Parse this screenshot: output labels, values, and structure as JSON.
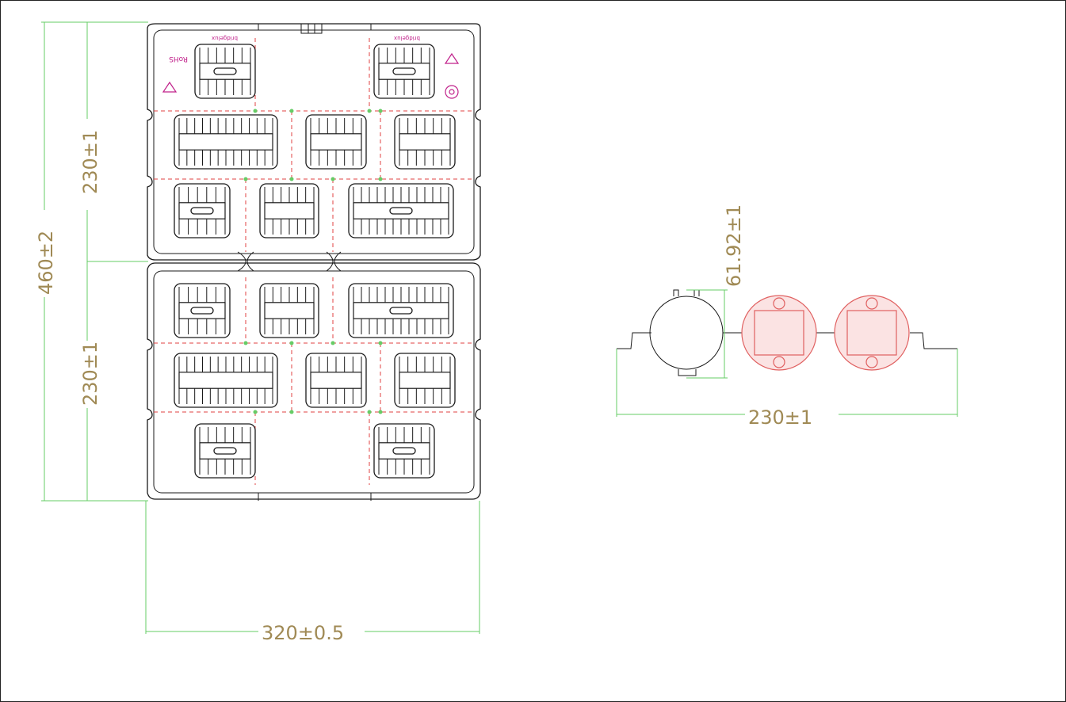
{
  "drawing": {
    "tray_width_label": "320±0.5",
    "tray_height_label": "460±2",
    "upper_panel_label": "230±1",
    "lower_panel_label": "230±1",
    "side_width_label": "230±1",
    "side_height_label": "61.92±1",
    "brand_text": "bridgelux",
    "rohs_text": "RoHS"
  },
  "colors": {
    "dimension_text": "#a08a55",
    "dimension_line": "#66cc66",
    "cut_line": "#e04040",
    "marking": "#c0208a",
    "led_module": "#e06060"
  }
}
